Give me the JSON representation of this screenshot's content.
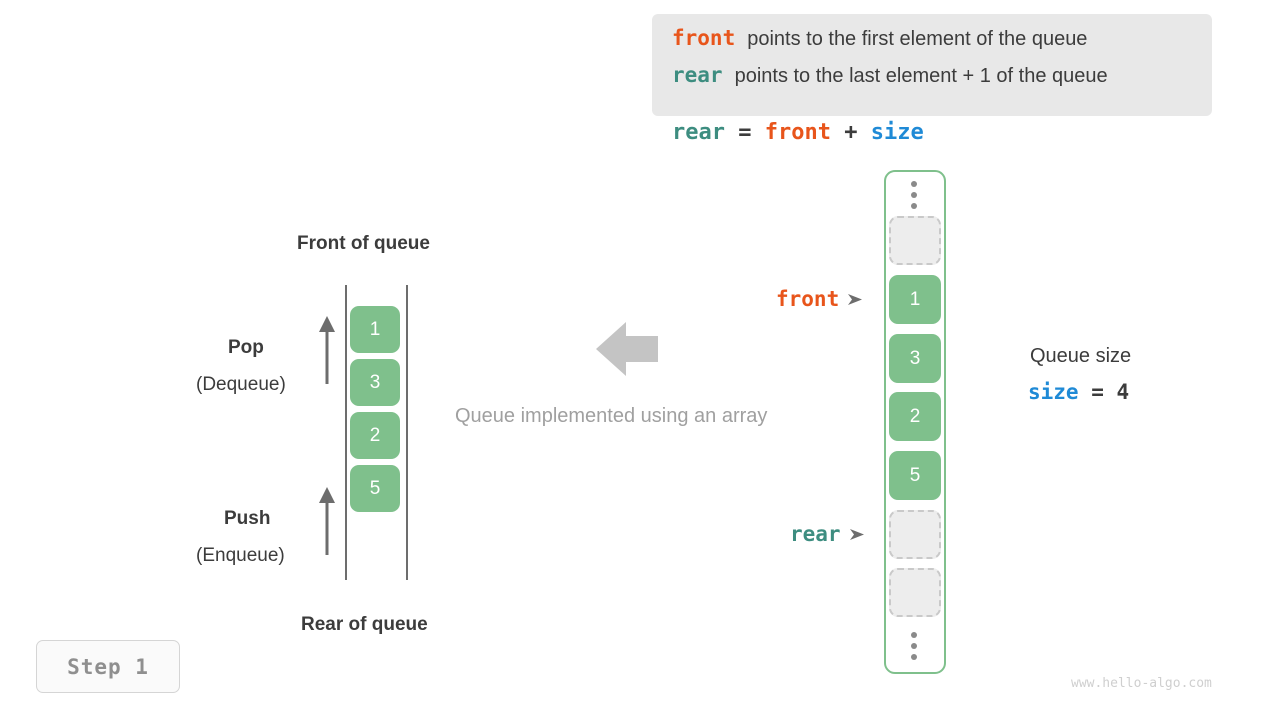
{
  "note": {
    "line1": {
      "keyword": "front",
      "text": "points to the first element of the queue"
    },
    "line2": {
      "keyword": "rear",
      "text": "points to the last element + 1 of the queue"
    }
  },
  "formula": {
    "lhs": "rear",
    "eq": " = ",
    "rhs1": "front",
    "plus": " + ",
    "rhs2": "size"
  },
  "queue_diagram": {
    "front_label": "Front of queue",
    "rear_label": "Rear of queue",
    "pop_label": "Pop",
    "pop_sublabel": "(Dequeue)",
    "push_label": "Push",
    "push_sublabel": "(Enqueue)",
    "cells": [
      "1",
      "3",
      "2",
      "5"
    ]
  },
  "middle": {
    "caption": "Queue implemented using an array",
    "arrow_icon": "arrow-left-icon",
    "arrow_color": "#c4c4c4"
  },
  "array": {
    "top_dots_icon": "vertical-ellipsis-icon",
    "bottom_dots_icon": "vertical-ellipsis-icon",
    "slots": [
      {
        "kind": "empty",
        "value": ""
      },
      {
        "kind": "filled",
        "value": "1"
      },
      {
        "kind": "filled",
        "value": "3"
      },
      {
        "kind": "filled",
        "value": "2"
      },
      {
        "kind": "filled",
        "value": "5"
      },
      {
        "kind": "empty",
        "value": ""
      },
      {
        "kind": "empty",
        "value": ""
      }
    ],
    "pointers": {
      "front": {
        "label": "front",
        "marker": "arrowhead-right-icon"
      },
      "rear": {
        "label": "rear",
        "marker": "arrowhead-right-icon"
      }
    }
  },
  "size_annotation": {
    "title": "Queue size",
    "keyword": "size",
    "equals": " = ",
    "value": "4"
  },
  "step_badge": {
    "label": "Step 1"
  },
  "watermark": {
    "text": "www.hello-algo.com"
  },
  "colors": {
    "front": "#e8551b",
    "rear": "#3d8d80",
    "size": "#1f8ad6",
    "cell_green": "#7fc08c",
    "empty_gray": "#ededed",
    "note_bg": "#e8e8e8",
    "text_dark": "#3c3c3c",
    "muted": "#a0a0a0"
  }
}
